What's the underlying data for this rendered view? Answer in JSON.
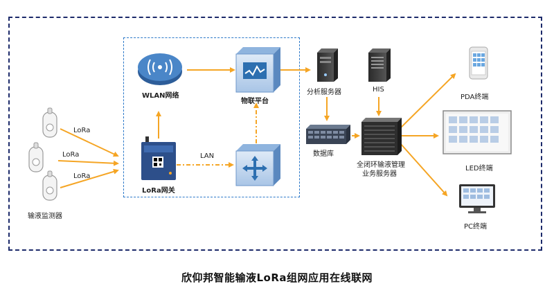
{
  "diagram": {
    "caption": "欣仰邦智能输液LoRa组网应用在线联网",
    "nodes": {
      "wlan": "WLAN网络",
      "iot_platform": "物联平台",
      "gateway": "LoRa网关",
      "lan": "LAN",
      "analysis_server": "分析服务器",
      "database": "数据库",
      "his": "HIS",
      "management_server_line1": "全闭环输液管理",
      "management_server_line2": "业务服务器",
      "pda_terminal": "PDA终端",
      "led_terminal": "LED终端",
      "pc_terminal": "PC终端",
      "infusion_monitor": "输液监测器"
    },
    "links": {
      "lora_1": "LoRa",
      "lora_2": "LoRa",
      "lora_3": "LoRa"
    },
    "colors": {
      "arrow": "#f5a524",
      "frame": "#1c2a6a",
      "inner_frame": "#2b78c9",
      "device_blue": "#2d6fb0"
    }
  }
}
